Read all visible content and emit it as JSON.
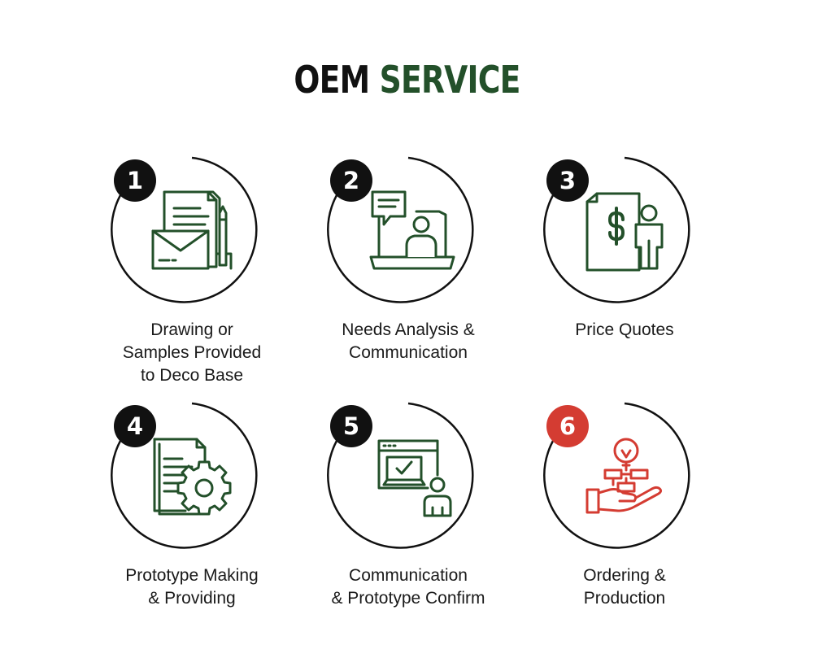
{
  "title": {
    "word1": "OEM",
    "word2": "SERVICE"
  },
  "colors": {
    "accent_green": "#23502a",
    "accent_red": "#d43c32",
    "dark": "#111111"
  },
  "steps": [
    {
      "number": "1",
      "icon": "document-envelope-pen-icon",
      "lines": [
        "Drawing or",
        "Samples Provided",
        "to Deco Base"
      ]
    },
    {
      "number": "2",
      "icon": "laptop-chat-person-icon",
      "lines": [
        "Needs Analysis &",
        "Communication"
      ]
    },
    {
      "number": "3",
      "icon": "invoice-dollar-person-icon",
      "lines": [
        "Price Quotes"
      ]
    },
    {
      "number": "4",
      "icon": "document-gear-icon",
      "lines": [
        "Prototype Making",
        "& Providing"
      ]
    },
    {
      "number": "5",
      "icon": "browser-check-person-icon",
      "lines": [
        "Communication",
        "& Prototype Confirm"
      ]
    },
    {
      "number": "6",
      "icon": "hand-lightbulb-flowchart-icon",
      "lines": [
        "Ordering &",
        "Production"
      ]
    }
  ]
}
